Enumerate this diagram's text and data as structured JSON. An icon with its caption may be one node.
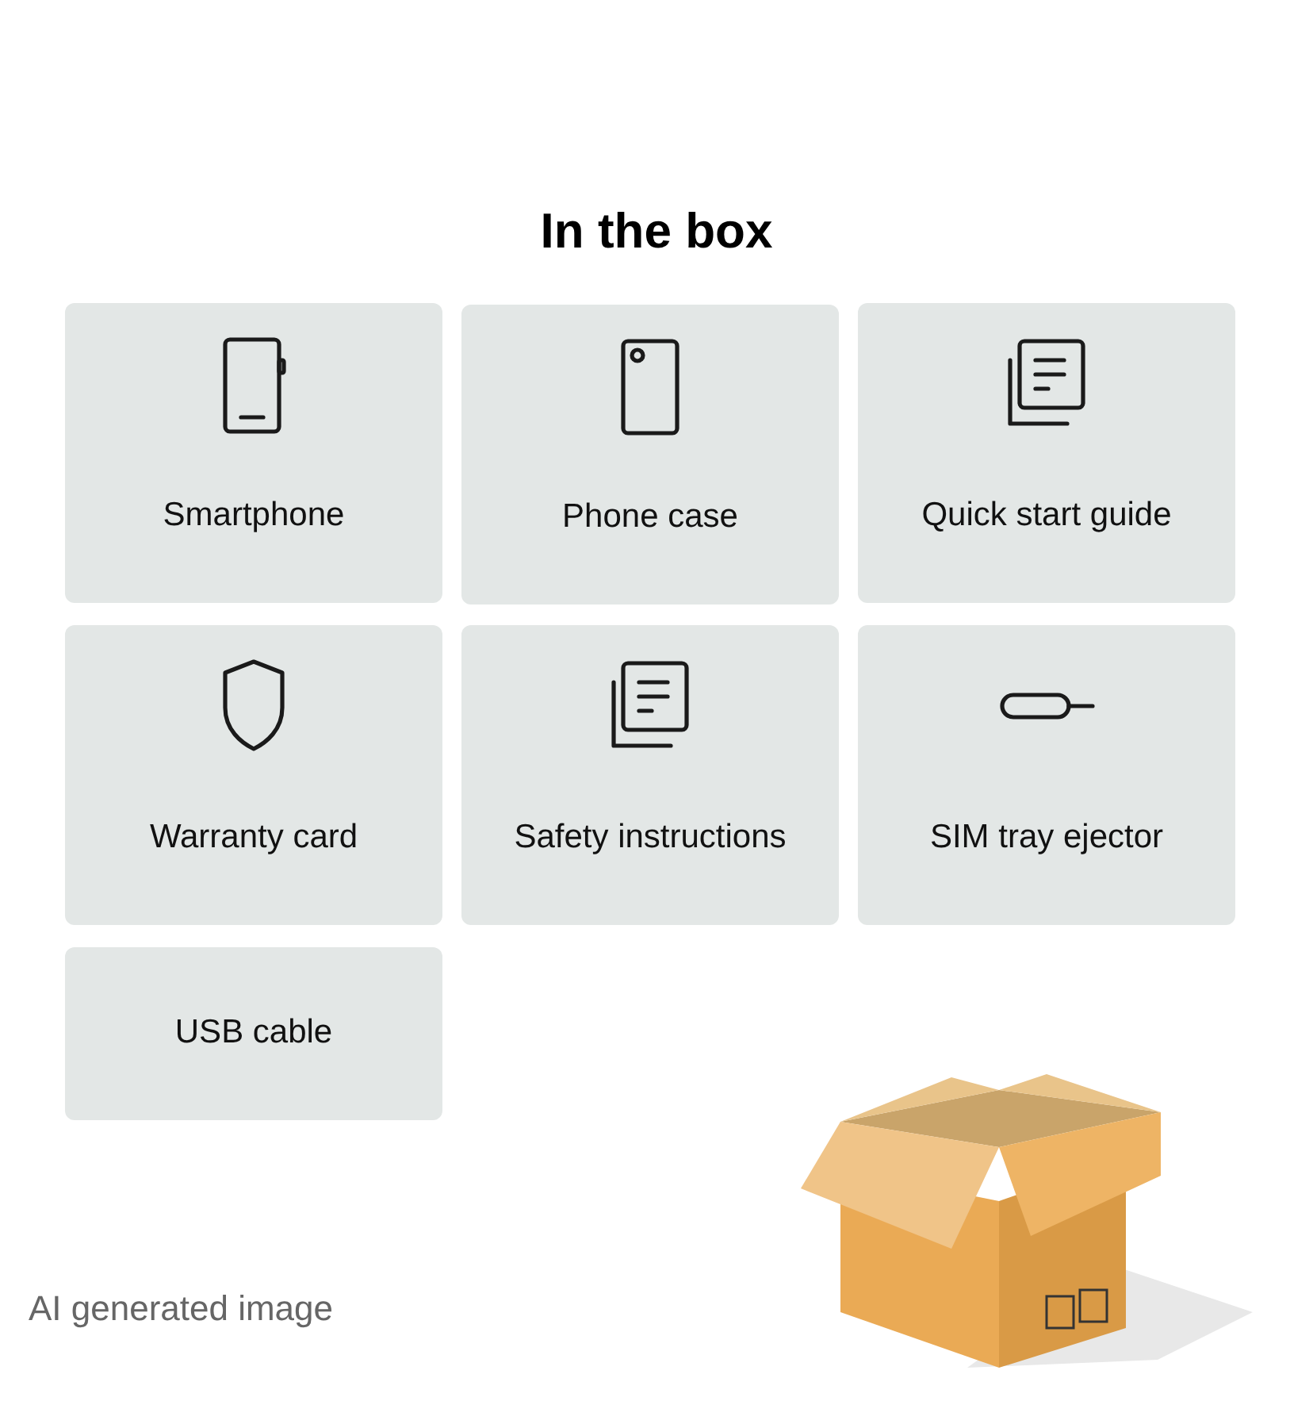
{
  "diagram": {
    "title": "In the box",
    "nodes": [
      {
        "text": [
          "Smartphone"
        ]
      },
      {
        "text": [
          "Phone case"
        ]
      },
      {
        "text": [
          "Quick start guide"
        ]
      },
      {
        "text": [
          "Warranty card"
        ]
      },
      {
        "text": [
          "Safety instructions"
        ]
      },
      {
        "text": [
          "SIM tray ejector"
        ]
      },
      {
        "text": [
          "USB cable"
        ]
      }
    ],
    "labels": [
      "AI generated image"
    ]
  }
}
